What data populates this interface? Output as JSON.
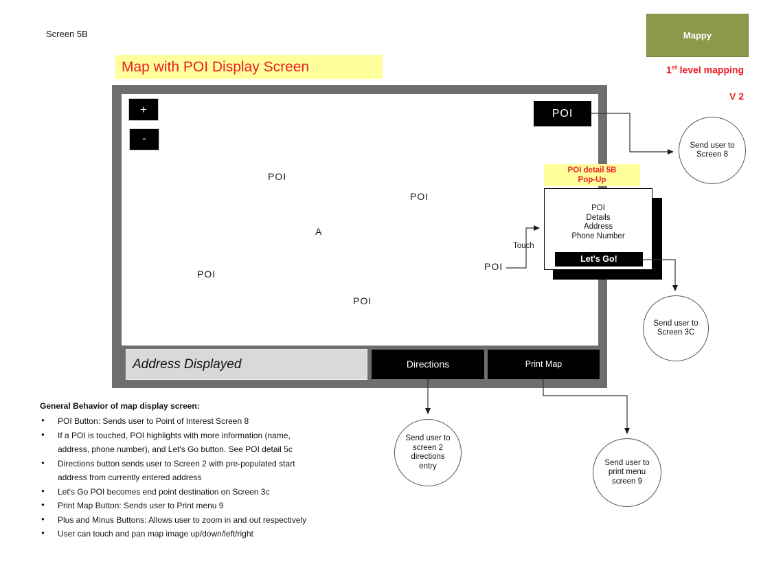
{
  "page": {
    "screen_label": "Screen 5B",
    "title": "Map with POI Display Screen"
  },
  "branding": {
    "logo": "Mappy",
    "tagline_prefix": "1",
    "tagline_sup": "st",
    "tagline_suffix": " level mapping",
    "version": "V 2"
  },
  "map": {
    "zoom_in_label": "+",
    "zoom_out_label": "-",
    "poi_button_label": "POI",
    "markers": [
      "POI",
      "POI",
      "A",
      "POI",
      "POI",
      "POI"
    ],
    "address_value": "Address Displayed",
    "directions_label": "Directions",
    "print_map_label": "Print Map"
  },
  "popup": {
    "callout_lines": [
      "POI detail 5B",
      "Pop-Up"
    ],
    "body_lines": [
      "POI",
      "Details",
      "Address",
      "Phone Number"
    ],
    "button_label": "Let's Go!",
    "touch_label": "Touch"
  },
  "flow_nodes": {
    "screen8": {
      "lines": [
        "Send user to",
        "Screen 8"
      ]
    },
    "screen3c": {
      "lines": [
        "Send user to",
        "Screen 3C"
      ]
    },
    "screen2": {
      "lines": [
        "Send user to",
        "screen 2",
        "directions",
        "entry"
      ]
    },
    "screen9": {
      "lines": [
        "Send user to",
        "print menu",
        "screen 9"
      ]
    }
  },
  "notes": {
    "heading": "General Behavior of map display screen:",
    "bullets": [
      "POI Button: Sends user to Point of Interest Screen 8",
      "If a POI is touched, POI highlights with more information (name, address, phone number), and Let's Go button. See POI detail 5c",
      "Directions button sends user to Screen 2 with pre-populated start address from currently entered address",
      "Let's Go POI becomes end point destination on Screen 3c",
      "Print Map Button: Sends user to Print menu 9",
      "Plus and Minus Buttons: Allows user to zoom in and out respectively",
      "User can touch and pan map image up/down/left/right"
    ]
  },
  "colors": {
    "accent_red": "#ed1c24",
    "highlight_yellow": "#ffff9c",
    "logo_olive": "#8a9a4a",
    "frame_gray": "#6e6e6e",
    "field_gray": "#d9d9d9",
    "button_black": "#000000"
  }
}
